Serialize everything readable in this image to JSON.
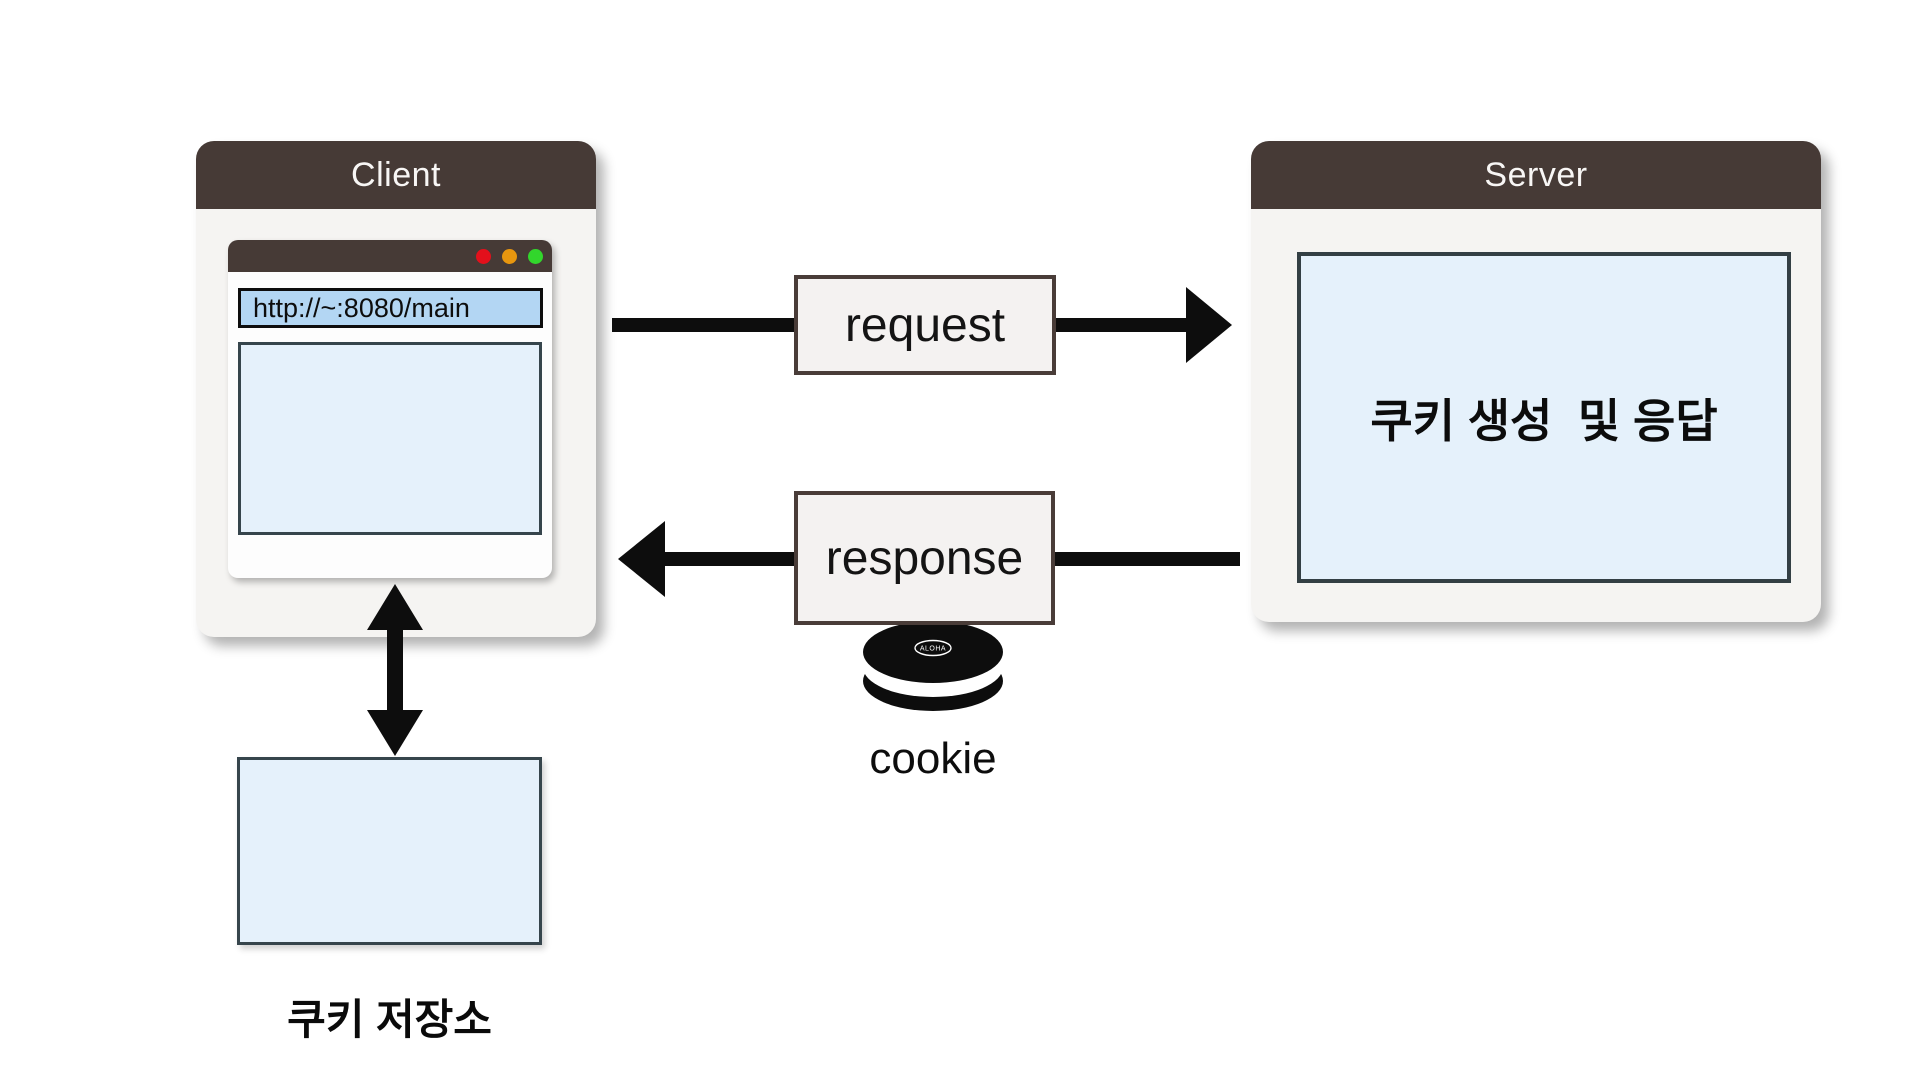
{
  "client": {
    "title": "Client",
    "browser": {
      "url": "http://~:8080/main"
    }
  },
  "server": {
    "title": "Server",
    "body_label": "쿠키 생성  및 응답"
  },
  "flows": {
    "request_label": "request",
    "response_label": "response"
  },
  "cookie": {
    "brand": "ALOHA",
    "caption": "cookie"
  },
  "storage": {
    "caption": "쿠키 저장소"
  },
  "icons": {
    "traffic_lights": [
      "close-dot",
      "minimize-dot",
      "maximize-dot"
    ],
    "cookie_icon": "oreo-sandwich-cookie",
    "arrows": [
      "right-arrow",
      "left-arrow",
      "up-down-arrow"
    ]
  },
  "colors": {
    "header_brown": "#463a36",
    "panel_gray": "#f5f4f2",
    "light_blue_fill": "#e5f1fb",
    "url_bar_blue": "#b3d6f3",
    "slate_border": "#36454c",
    "label_box_border": "#493c38",
    "label_box_fill": "#f4f2f1",
    "dot_red": "#e3101b",
    "dot_orange": "#e8960f",
    "dot_green": "#32d62c",
    "ink_black": "#0d0d0d",
    "background": "#ffffff"
  }
}
